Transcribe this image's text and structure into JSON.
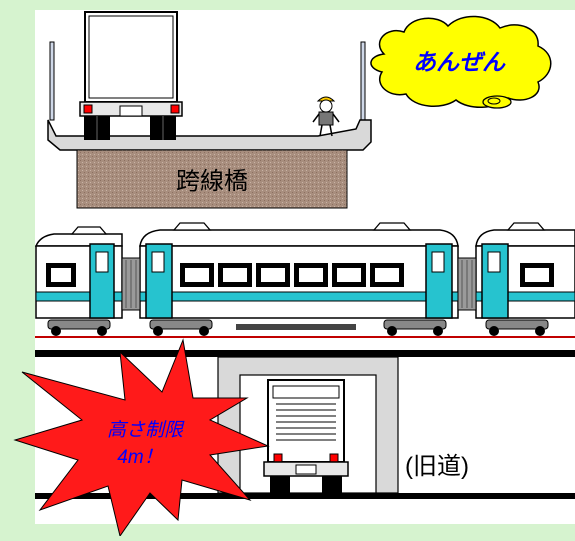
{
  "colors": {
    "frame": "#d6f3cf",
    "panel": "#ffffff",
    "bridge_label_bg": "#b39a8a",
    "train_accent": "#26c3cf",
    "tunnel": "#d9d9d9",
    "bubble": "#ffff00",
    "bubble_text": "#0000ff",
    "burst": "#ff1a1a",
    "burst_text": "#0000ff",
    "rail_red": "#c00000"
  },
  "bubble": {
    "text": "あんぜん"
  },
  "bridge": {
    "label": "跨線橋"
  },
  "warning": {
    "line1": "高さ制限",
    "line2": "4m！"
  },
  "road": {
    "label": "(旧道)"
  },
  "icons": {
    "truck": "box-truck-rear-icon",
    "pedestrian": "child-pedestrian-icon",
    "bus": "bus-front-icon",
    "train": "commuter-train-icon"
  }
}
